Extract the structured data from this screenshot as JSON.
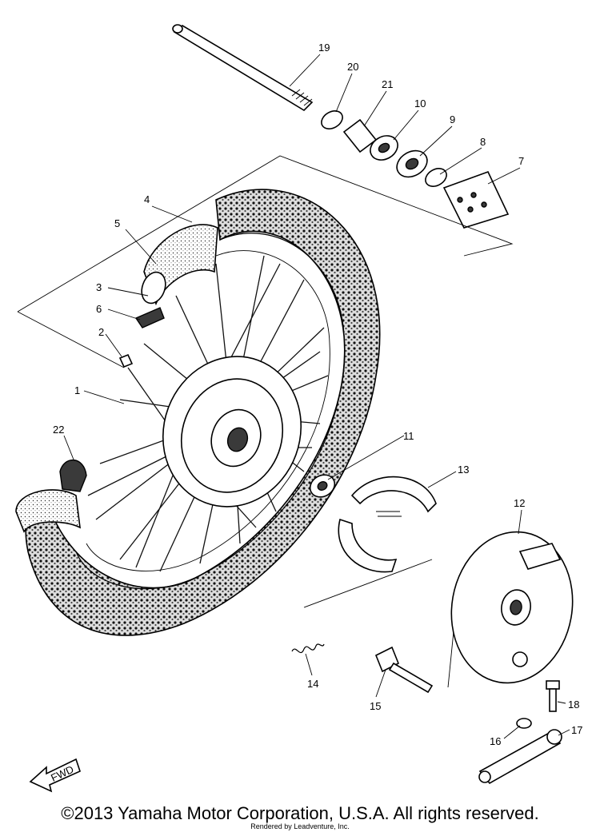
{
  "diagram": {
    "callouts": [
      "19",
      "20",
      "21",
      "10",
      "9",
      "8",
      "7",
      "4",
      "5",
      "3",
      "6",
      "2",
      "1",
      "22",
      "11",
      "13",
      "12",
      "14",
      "15",
      "16",
      "17",
      "18"
    ],
    "fwd_label": "FWD"
  },
  "footer": {
    "copyright": "©2013 Yamaha Motor Corporation, U.S.A. All rights reserved.",
    "rendered_by": "Rendered by Leadventure, Inc."
  }
}
